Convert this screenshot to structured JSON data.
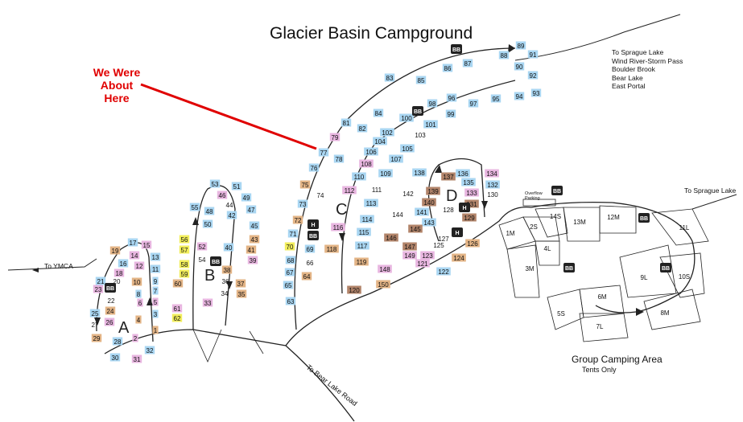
{
  "title": "Glacier Basin Campground",
  "annotation": [
    "We Were",
    "About",
    "Here"
  ],
  "destinations": {
    "sprague_east_lines": [
      "To Sprague Lake",
      "Wind River-Storm Pass",
      "Boulder Brook",
      "Bear Lake",
      "East Portal"
    ],
    "sprague_right": "To Sprague Lake",
    "ymca": "To YMCA",
    "bear_lake_road": "To Bear Lake Road"
  },
  "loops": [
    "A",
    "B",
    "C",
    "D"
  ],
  "group_area": {
    "label": "Group Camping Area",
    "sublabel": "Tents Only"
  },
  "overflow_label": "Overflow Parking",
  "amenity_badges": [
    "BB",
    "H"
  ],
  "colors": {
    "blue": "#a9d6f2",
    "pink": "#e8b6e0",
    "tan": "#e3b486",
    "brown": "#b2846a",
    "yellow": "#f2ee5c",
    "red_annotation": "#e00000"
  },
  "sites": [
    {
      "n": "89",
      "c": "b"
    },
    {
      "n": "88",
      "c": "b"
    },
    {
      "n": "91",
      "c": "b"
    },
    {
      "n": "86",
      "c": "b"
    },
    {
      "n": "87",
      "c": "b"
    },
    {
      "n": "90",
      "c": "b"
    },
    {
      "n": "92",
      "c": "b"
    },
    {
      "n": "83",
      "c": "b"
    },
    {
      "n": "85",
      "c": "b"
    },
    {
      "n": "96",
      "c": "b"
    },
    {
      "n": "97",
      "c": "b"
    },
    {
      "n": "95",
      "c": "b"
    },
    {
      "n": "94",
      "c": "b"
    },
    {
      "n": "93",
      "c": "b"
    },
    {
      "n": "84",
      "c": "b"
    },
    {
      "n": "98",
      "c": "b"
    },
    {
      "n": "100",
      "c": "b"
    },
    {
      "n": "99",
      "c": "b"
    },
    {
      "n": "81",
      "c": "b"
    },
    {
      "n": "82",
      "c": "b"
    },
    {
      "n": "101",
      "c": "b"
    },
    {
      "n": "79",
      "c": "p"
    },
    {
      "n": "102",
      "c": "b"
    },
    {
      "n": "103",
      "c": "w"
    },
    {
      "n": "104",
      "c": "b"
    },
    {
      "n": "77",
      "c": "b"
    },
    {
      "n": "106",
      "c": "b"
    },
    {
      "n": "105",
      "c": "b"
    },
    {
      "n": "78",
      "c": "b"
    },
    {
      "n": "107",
      "c": "b"
    },
    {
      "n": "76",
      "c": "b"
    },
    {
      "n": "108",
      "c": "p"
    },
    {
      "n": "110",
      "c": "b"
    },
    {
      "n": "109",
      "c": "b"
    },
    {
      "n": "75",
      "c": "t"
    },
    {
      "n": "112",
      "c": "p"
    },
    {
      "n": "111",
      "c": "w"
    },
    {
      "n": "74",
      "c": "w"
    },
    {
      "n": "73",
      "c": "b"
    },
    {
      "n": "113",
      "c": "b"
    },
    {
      "n": "72",
      "c": "t"
    },
    {
      "n": "116",
      "c": "p"
    },
    {
      "n": "114",
      "c": "b"
    },
    {
      "n": "71",
      "c": "b"
    },
    {
      "n": "115",
      "c": "b"
    },
    {
      "n": "70",
      "c": "y"
    },
    {
      "n": "69",
      "c": "b"
    },
    {
      "n": "118",
      "c": "t"
    },
    {
      "n": "117",
      "c": "b"
    },
    {
      "n": "68",
      "c": "b"
    },
    {
      "n": "119",
      "c": "t"
    },
    {
      "n": "66",
      "c": "w"
    },
    {
      "n": "67",
      "c": "b"
    },
    {
      "n": "64",
      "c": "t"
    },
    {
      "n": "65",
      "c": "b"
    },
    {
      "n": "120",
      "c": "r"
    },
    {
      "n": "63",
      "c": "b"
    },
    {
      "n": "138",
      "c": "b"
    },
    {
      "n": "136",
      "c": "b"
    },
    {
      "n": "134",
      "c": "p"
    },
    {
      "n": "137",
      "c": "r"
    },
    {
      "n": "135",
      "c": "b"
    },
    {
      "n": "132",
      "c": "b"
    },
    {
      "n": "142",
      "c": "w"
    },
    {
      "n": "139",
      "c": "r"
    },
    {
      "n": "133",
      "c": "p"
    },
    {
      "n": "130",
      "c": "w"
    },
    {
      "n": "140",
      "c": "r"
    },
    {
      "n": "131",
      "c": "r"
    },
    {
      "n": "144",
      "c": "w"
    },
    {
      "n": "141",
      "c": "b"
    },
    {
      "n": "128",
      "c": "w"
    },
    {
      "n": "129",
      "c": "r"
    },
    {
      "n": "143",
      "c": "b"
    },
    {
      "n": "146",
      "c": "r"
    },
    {
      "n": "127",
      "c": "w"
    },
    {
      "n": "147",
      "c": "r"
    },
    {
      "n": "125",
      "c": "w"
    },
    {
      "n": "145",
      "c": "r"
    },
    {
      "n": "149",
      "c": "p"
    },
    {
      "n": "123",
      "c": "p"
    },
    {
      "n": "126",
      "c": "t"
    },
    {
      "n": "121",
      "c": "p"
    },
    {
      "n": "124",
      "c": "t"
    },
    {
      "n": "148",
      "c": "p"
    },
    {
      "n": "122",
      "c": "b"
    },
    {
      "n": "150",
      "c": "t"
    },
    {
      "n": "53",
      "c": "b"
    },
    {
      "n": "51",
      "c": "b"
    },
    {
      "n": "46",
      "c": "p"
    },
    {
      "n": "49",
      "c": "b"
    },
    {
      "n": "55",
      "c": "b"
    },
    {
      "n": "48",
      "c": "b"
    },
    {
      "n": "44",
      "c": "w"
    },
    {
      "n": "47",
      "c": "b"
    },
    {
      "n": "42",
      "c": "b"
    },
    {
      "n": "50",
      "c": "b"
    },
    {
      "n": "45",
      "c": "b"
    },
    {
      "n": "56",
      "c": "y"
    },
    {
      "n": "43",
      "c": "t"
    },
    {
      "n": "57",
      "c": "y"
    },
    {
      "n": "52",
      "c": "p"
    },
    {
      "n": "40",
      "c": "b"
    },
    {
      "n": "41",
      "c": "t"
    },
    {
      "n": "54",
      "c": "w"
    },
    {
      "n": "39",
      "c": "p"
    },
    {
      "n": "58",
      "c": "y"
    },
    {
      "n": "38",
      "c": "t"
    },
    {
      "n": "59",
      "c": "y"
    },
    {
      "n": "36",
      "c": "w"
    },
    {
      "n": "37",
      "c": "t"
    },
    {
      "n": "60",
      "c": "t"
    },
    {
      "n": "34",
      "c": "w"
    },
    {
      "n": "35",
      "c": "t"
    },
    {
      "n": "33",
      "c": "p"
    },
    {
      "n": "61",
      "c": "p"
    },
    {
      "n": "62",
      "c": "y"
    },
    {
      "n": "17",
      "c": "b"
    },
    {
      "n": "15",
      "c": "p"
    },
    {
      "n": "19",
      "c": "t"
    },
    {
      "n": "14",
      "c": "p"
    },
    {
      "n": "16",
      "c": "b"
    },
    {
      "n": "13",
      "c": "b"
    },
    {
      "n": "12",
      "c": "p"
    },
    {
      "n": "11",
      "c": "b"
    },
    {
      "n": "18",
      "c": "p"
    },
    {
      "n": "21",
      "c": "b"
    },
    {
      "n": "20",
      "c": "w"
    },
    {
      "n": "10",
      "c": "t"
    },
    {
      "n": "9",
      "c": "b"
    },
    {
      "n": "23",
      "c": "p"
    },
    {
      "n": "8",
      "c": "b"
    },
    {
      "n": "7",
      "c": "b"
    },
    {
      "n": "22",
      "c": "w"
    },
    {
      "n": "6",
      "c": "p"
    },
    {
      "n": "5",
      "c": "p"
    },
    {
      "n": "24",
      "c": "t"
    },
    {
      "n": "25",
      "c": "b"
    },
    {
      "n": "3",
      "c": "b"
    },
    {
      "n": "26",
      "c": "p"
    },
    {
      "n": "27",
      "c": "w"
    },
    {
      "n": "4",
      "c": "t"
    },
    {
      "n": "2",
      "c": "p"
    },
    {
      "n": "29",
      "c": "t"
    },
    {
      "n": "28",
      "c": "b"
    },
    {
      "n": "1",
      "c": "t"
    },
    {
      "n": "32",
      "c": "b"
    },
    {
      "n": "30",
      "c": "b"
    },
    {
      "n": "31",
      "c": "p"
    }
  ],
  "group_sites": [
    "14S",
    "13M",
    "12M",
    "11L",
    "1M",
    "2S",
    "4L",
    "3M",
    "9L",
    "10S",
    "6M",
    "5S",
    "7L",
    "8M"
  ]
}
